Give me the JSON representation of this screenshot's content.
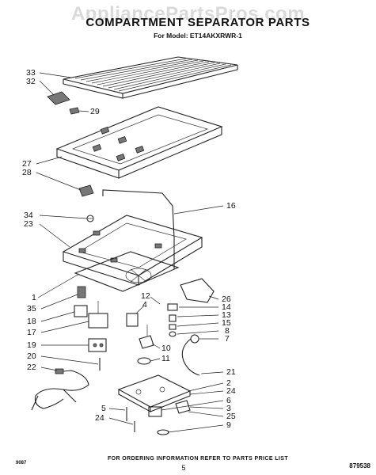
{
  "watermark": "AppliancePartsPros.com",
  "title": "COMPARTMENT SEPARATOR PARTS",
  "model_line": "For Model: ET14AKXRWR-1",
  "footer": "FOR ORDERING INFORMATION REFER TO PARTS PRICE LIST",
  "page_number": "5",
  "drawing_number": "879538",
  "corner_code": "9087",
  "callouts": [
    {
      "id": "c33",
      "label": "33"
    },
    {
      "id": "c32",
      "label": "32"
    },
    {
      "id": "c29",
      "label": "29"
    },
    {
      "id": "c27",
      "label": "27"
    },
    {
      "id": "c28",
      "label": "28"
    },
    {
      "id": "c16",
      "label": "16"
    },
    {
      "id": "c34",
      "label": "34"
    },
    {
      "id": "c23",
      "label": "23"
    },
    {
      "id": "c1",
      "label": "1"
    },
    {
      "id": "c26",
      "label": "26"
    },
    {
      "id": "c35",
      "label": "35"
    },
    {
      "id": "c12",
      "label": "12"
    },
    {
      "id": "c14",
      "label": "14"
    },
    {
      "id": "c4",
      "label": "4"
    },
    {
      "id": "c13",
      "label": "13"
    },
    {
      "id": "c18",
      "label": "18"
    },
    {
      "id": "c15",
      "label": "15"
    },
    {
      "id": "c8",
      "label": "8"
    },
    {
      "id": "c17",
      "label": "17"
    },
    {
      "id": "c7",
      "label": "7"
    },
    {
      "id": "c19",
      "label": "19"
    },
    {
      "id": "c10",
      "label": "10"
    },
    {
      "id": "c20",
      "label": "20"
    },
    {
      "id": "c11",
      "label": "11"
    },
    {
      "id": "c22",
      "label": "22"
    },
    {
      "id": "c21",
      "label": "21"
    },
    {
      "id": "c2",
      "label": "2"
    },
    {
      "id": "c24a",
      "label": "24"
    },
    {
      "id": "c6",
      "label": "6"
    },
    {
      "id": "c3",
      "label": "3"
    },
    {
      "id": "c5",
      "label": "5"
    },
    {
      "id": "c25",
      "label": "25"
    },
    {
      "id": "c24b",
      "label": "24"
    },
    {
      "id": "c9",
      "label": "9"
    }
  ]
}
